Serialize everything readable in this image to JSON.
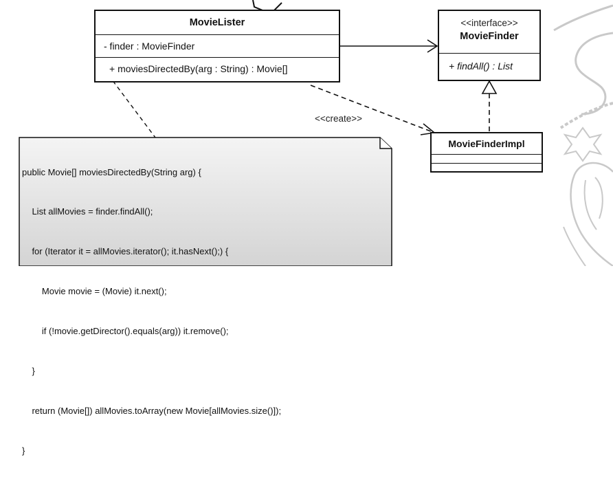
{
  "classes": {
    "movie_lister": {
      "name": "MovieLister",
      "attribute": "- finder : MovieFinder",
      "operation": "+ moviesDirectedBy(arg : String) : Movie[]"
    },
    "movie_finder": {
      "stereotype": "<<interface>>",
      "name": "MovieFinder",
      "operation": "+ findAll() : List"
    },
    "movie_finder_impl": {
      "name": "MovieFinderImpl"
    }
  },
  "relations": {
    "create_label": "<<create>>"
  },
  "note": {
    "lines": [
      "public Movie[] moviesDirectedBy(String arg) {",
      "    List allMovies = finder.findAll();",
      "    for (Iterator it = allMovies.iterator(); it.hasNext();) {",
      "        Movie movie = (Movie) it.next();",
      "        if (!movie.getDirector().equals(arg)) it.remove();",
      "    }",
      "    return (Movie[]) allMovies.toArray(new Movie[allMovies.size()]);",
      "}"
    ]
  },
  "colors": {
    "note_fill": "#e4e4e4",
    "line": "#111111",
    "watermark": "#c9c9c9"
  }
}
